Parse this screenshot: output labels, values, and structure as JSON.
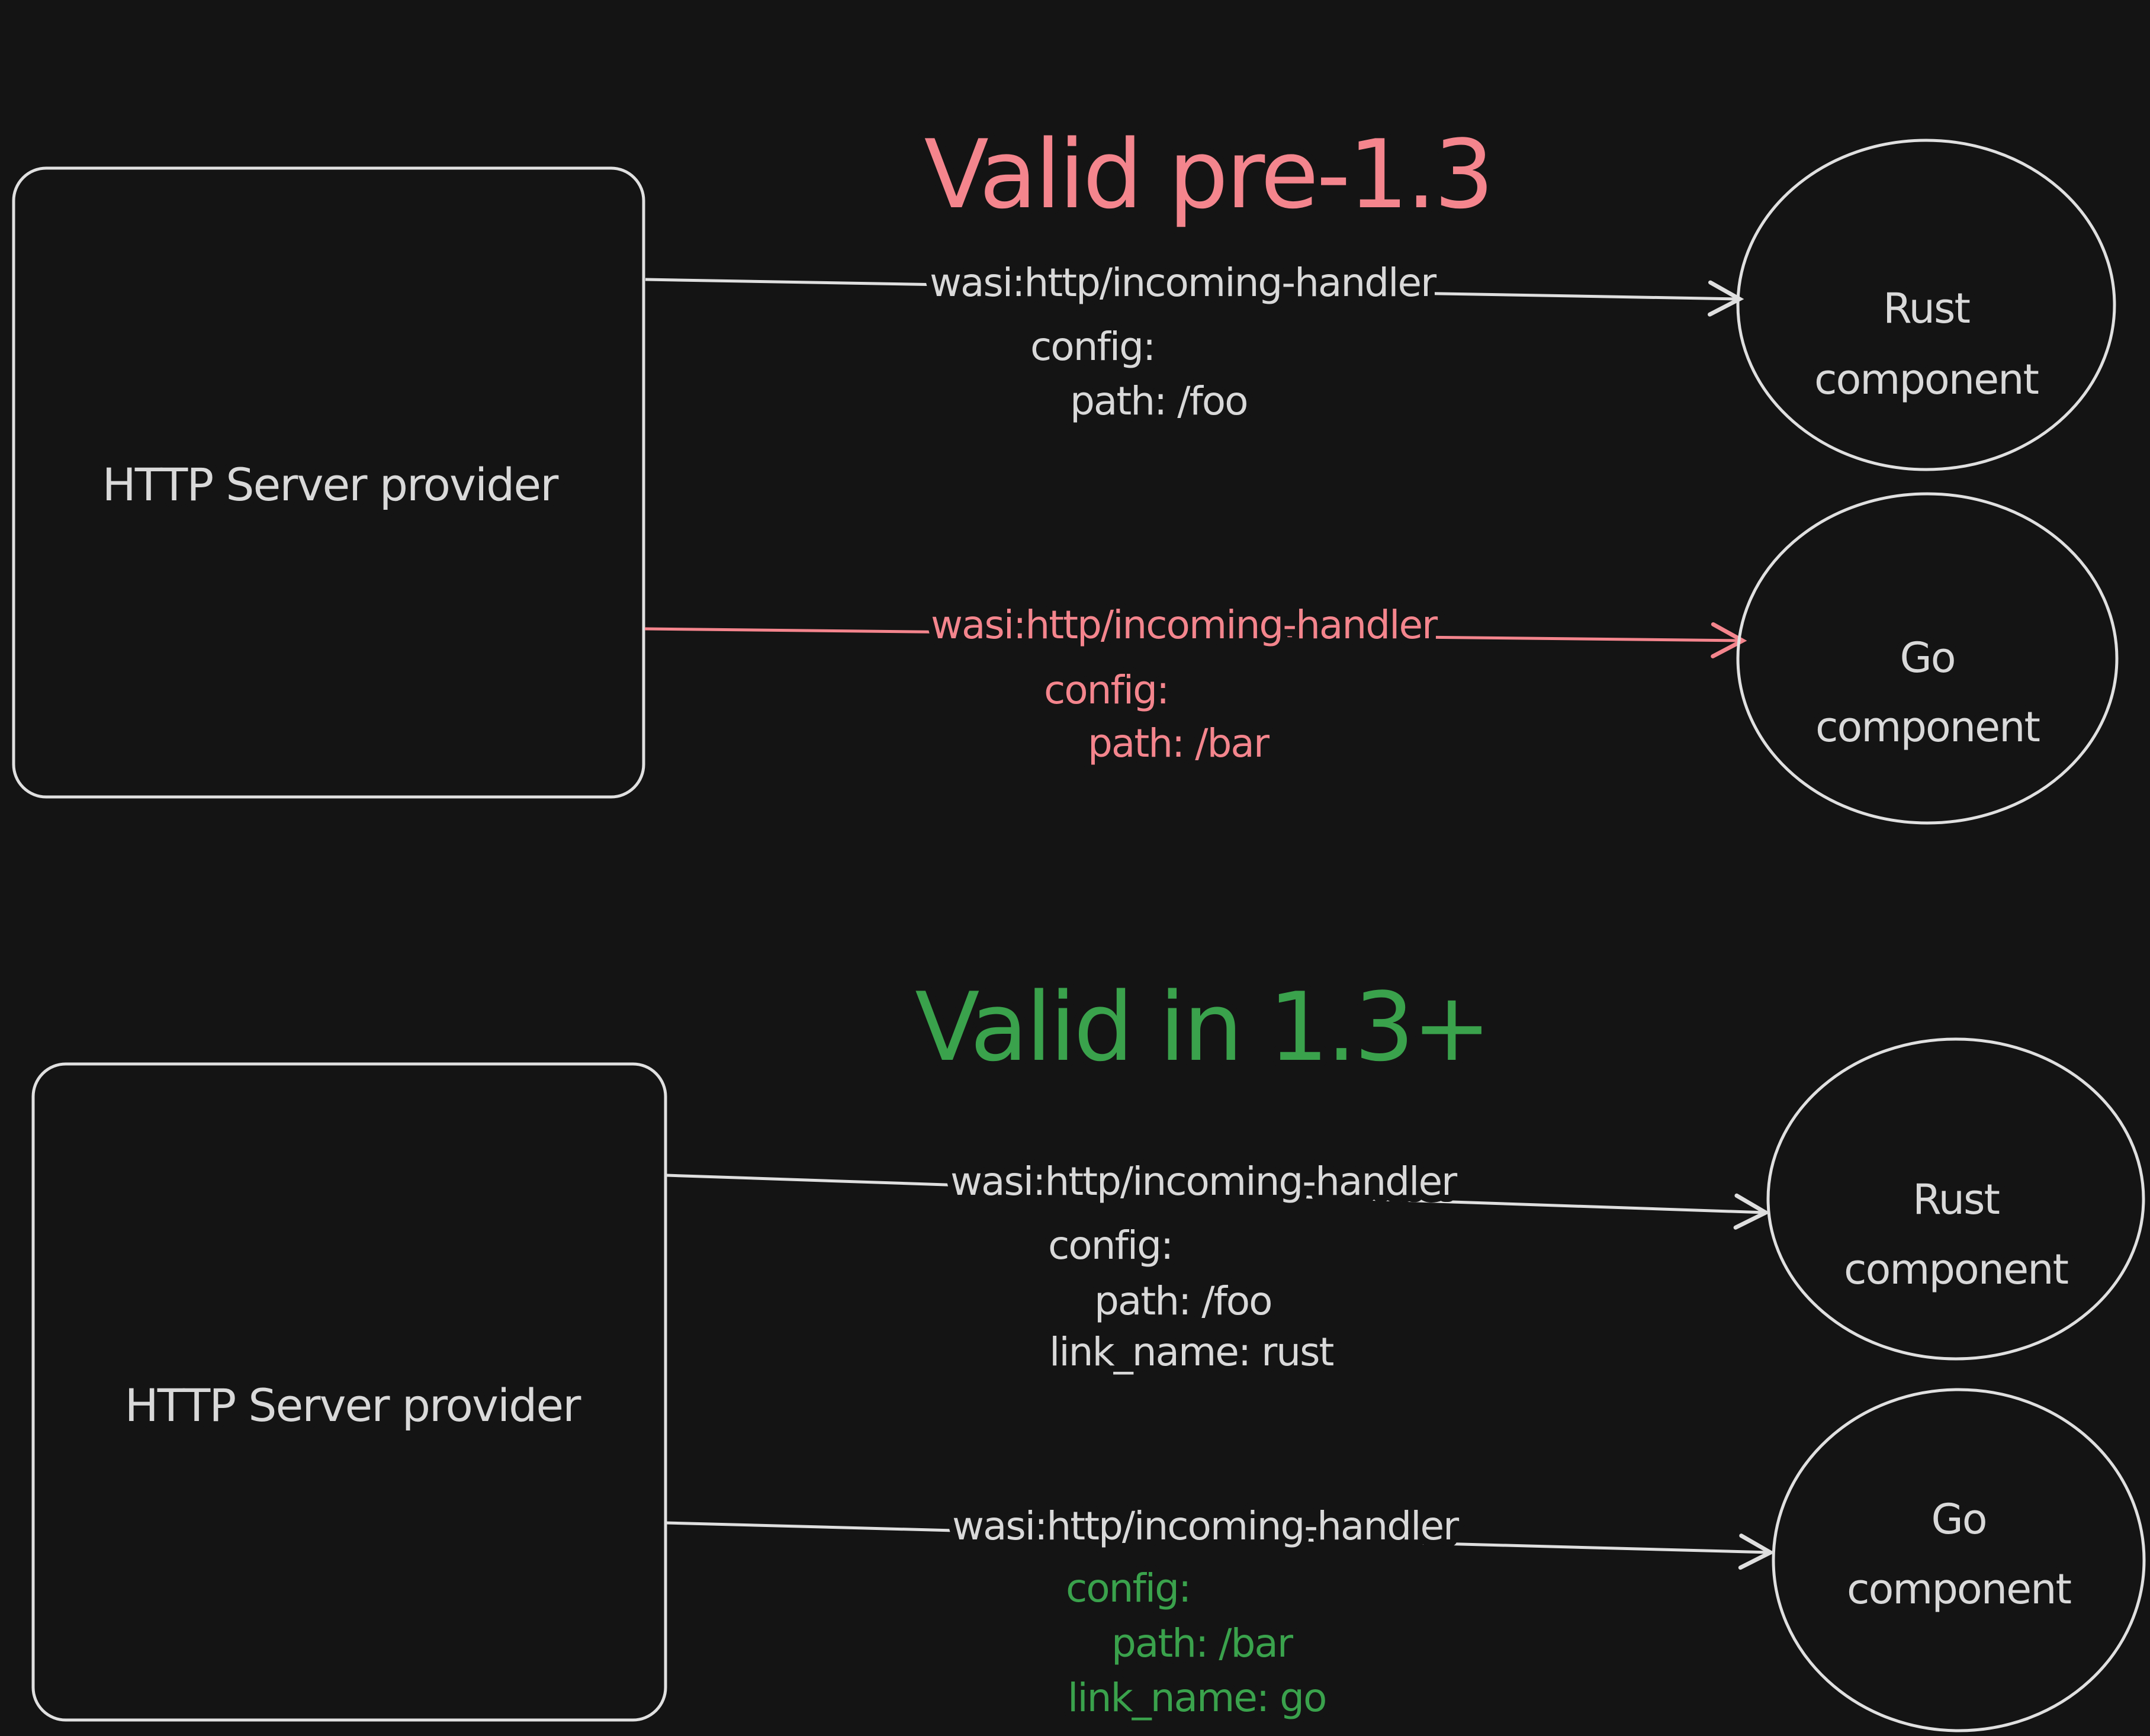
{
  "colors": {
    "background": "#141414",
    "ink": "#d9d9d9",
    "shape_stroke": "#e0e0e0",
    "red": "#f4858d",
    "green": "#3aa24c"
  },
  "sections": [
    {
      "title": "Valid pre-1.3",
      "provider_label": "HTTP Server provider",
      "connections": [
        {
          "interface": "wasi:http/incoming-handler",
          "config_key": "config:",
          "path": "path: /foo",
          "target": {
            "line1": "Rust",
            "line2": "component"
          }
        },
        {
          "interface": "wasi:http/incoming-handler",
          "config_key": "config:",
          "path": "path: /bar",
          "target": {
            "line1": "Go",
            "line2": "component"
          }
        }
      ]
    },
    {
      "title": "Valid in 1.3+",
      "provider_label": "HTTP Server provider",
      "connections": [
        {
          "interface": "wasi:http/incoming-handler",
          "config_key": "config:",
          "path": "path: /foo",
          "link_name": "link_name: rust",
          "target": {
            "line1": "Rust",
            "line2": "component"
          }
        },
        {
          "interface": "wasi:http/incoming-handler",
          "config_key": "config:",
          "path": "path: /bar",
          "link_name": "link_name: go",
          "target": {
            "line1": "Go",
            "line2": "component"
          }
        }
      ]
    }
  ]
}
